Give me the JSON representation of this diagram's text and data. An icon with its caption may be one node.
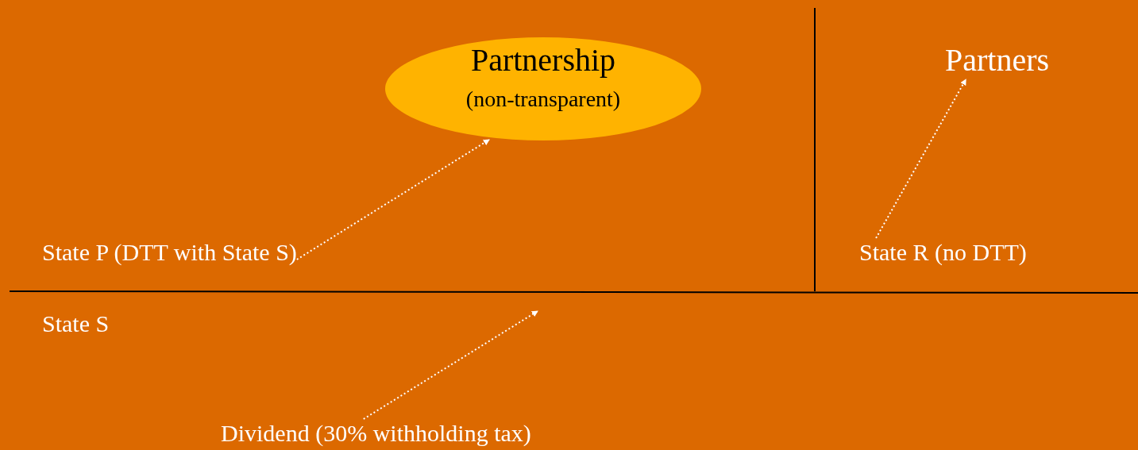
{
  "diagram": {
    "nodes": [
      {
        "text": [
          "Partnership",
          "(non-transparent)"
        ]
      },
      {
        "text": [
          "Partners"
        ]
      },
      {
        "text": [
          "State P (DTT with State S)"
        ]
      },
      {
        "text": [
          "State R (no DTT)"
        ]
      },
      {
        "text": [
          "Dividend (30% withholding tax)"
        ]
      }
    ],
    "edges": [
      {
        "from": 4,
        "to": null,
        "arrow": "to",
        "style": "dashed",
        "color": "#ffffff"
      },
      {
        "from": 2,
        "to": 0,
        "arrow": "to",
        "style": "dashed",
        "color": "#ffffff"
      },
      {
        "from": 3,
        "to": 1,
        "arrow": "to",
        "style": "dashed",
        "color": "#ffffff"
      }
    ],
    "labels": [
      "State S"
    ]
  }
}
